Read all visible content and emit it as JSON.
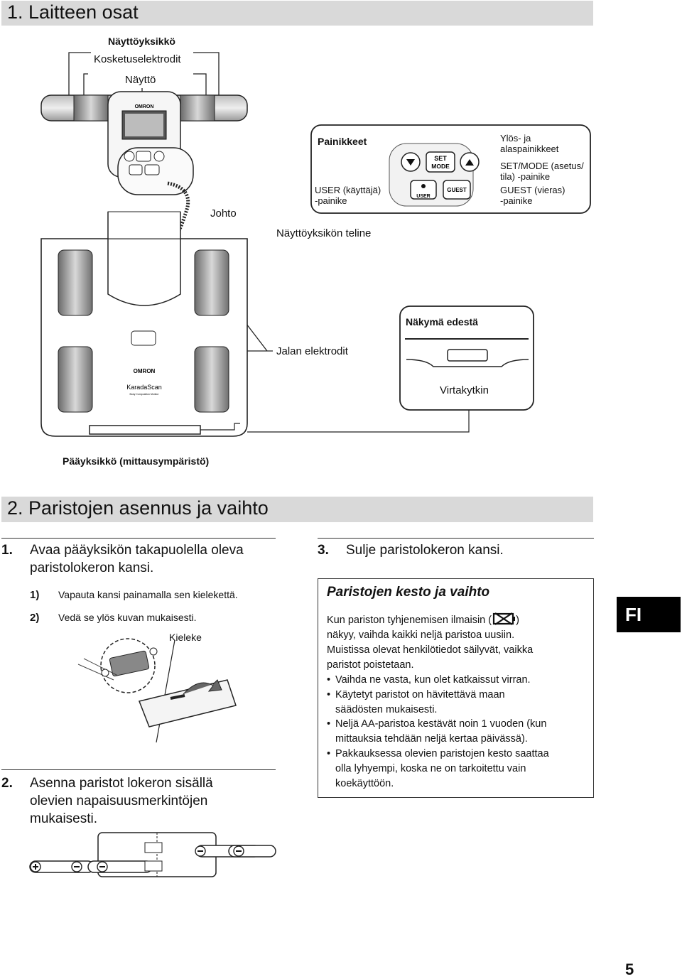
{
  "section1": {
    "title": "1.   Laitteen osat",
    "display_unit": "Näyttöyksikkö",
    "touch_electrodes": "Kosketuselektrodit",
    "display": "Näyttö",
    "cord": "Johto",
    "display_holder": "Näyttöyksikön teline",
    "buttons_title": "Painikkeet",
    "up_down_buttons": "Ylös- ja\nalaspainikkeet",
    "set_mode_button": "SET/MODE (asetus/\ntila) -painike",
    "user_button": "USER (käyttäjä)\n-painike",
    "guest_button": "GUEST (vieras)\n-painike",
    "front_view": "Näkymä edestä",
    "foot_electrodes": "Jalan elektrodit",
    "power_switch": "Virtakytkin",
    "main_unit": "Pääyksikkö (mittausympäristö)",
    "device_brand": "OMRON",
    "device_model": "KaradaScan",
    "device_subtitle": "Body Composition Monitor",
    "btn_set": "SET",
    "btn_mode": "MODE",
    "btn_user": "USER",
    "btn_guest": "GUEST"
  },
  "section2": {
    "title": "2.   Paristojen asennus ja vaihto",
    "step1_num": "1.",
    "step1_text": "Avaa pääyksikön takapuolella oleva\nparistolokeron kansi.",
    "sub1_num": "1)",
    "sub1_text": "Vapauta kansi painamalla sen kielekettä.",
    "sub2_num": "2)",
    "sub2_text": "Vedä se ylös kuvan mukaisesti.",
    "tab_label": "Kieleke",
    "step2_num": "2.",
    "step2_text": "Asenna paristot lokeron sisällä\nolevien napaisuusmerkintöjen\nmukaisesti.",
    "step3_num": "3.",
    "step3_text": "Sulje paristolokeron kansi."
  },
  "battery_box": {
    "heading": "Paristojen kesto ja vaihto",
    "para1_a": "Kun pariston tyhjenemisen ilmaisin (",
    "para1_b": ")",
    "para1_c": "näkyy, vaihda kaikki neljä paristoa uusiin.",
    "para2": "Muistissa olevat henkilötiedot säilyvät, vaikka\nparistot poistetaan.",
    "bullets": [
      "Vaihda ne vasta, kun olet katkaissut virran.",
      "Käytetyt paristot on hävitettävä maan\nsäädösten mukaisesti.",
      "Neljä AA-paristoa kestävät noin 1 vuoden (kun\nmittauksia tehdään neljä kertaa päivässä).",
      "Pakkauksessa olevien paristojen kesto saattaa\nolla lyhyempi, koska ne on tarkoitettu vain\nkoekäyttöön."
    ]
  },
  "lang_tab": "FI",
  "page_number": "5"
}
